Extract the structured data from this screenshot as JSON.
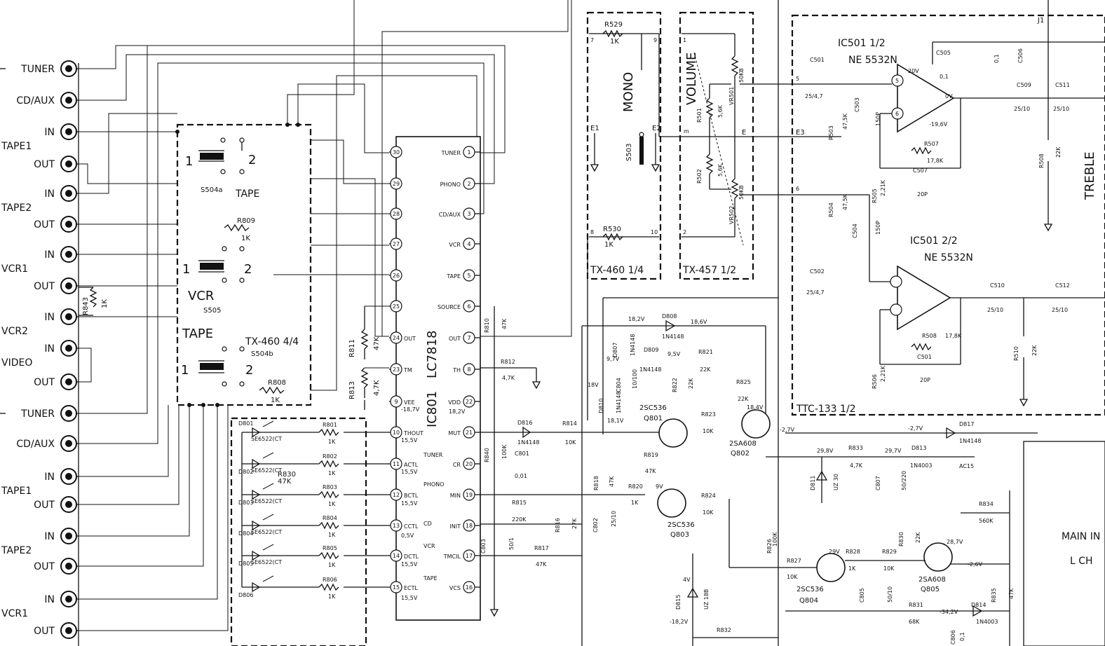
{
  "jacks": [
    {
      "id": "j1",
      "side": "",
      "name": "TUNER"
    },
    {
      "id": "j2",
      "side": "",
      "name": "CD/AUX"
    },
    {
      "id": "j3",
      "side": "TAPE1",
      "name": "IN"
    },
    {
      "id": "j4",
      "side": "",
      "name": "OUT"
    },
    {
      "id": "j5",
      "side": "TAPE2",
      "name": "IN"
    },
    {
      "id": "j6",
      "side": "",
      "name": "OUT"
    },
    {
      "id": "j7",
      "side": "VCR1",
      "name": "IN"
    },
    {
      "id": "j8",
      "side": "",
      "name": "OUT"
    },
    {
      "id": "j9",
      "side": "VCR2",
      "name": "IN"
    },
    {
      "id": "j10",
      "side": "VIDEO",
      "name": "IN"
    },
    {
      "id": "j11",
      "side": "",
      "name": "OUT"
    },
    {
      "id": "j12",
      "side": "",
      "name": "TUNER"
    },
    {
      "id": "j13",
      "side": "",
      "name": "CD/AUX"
    },
    {
      "id": "j14",
      "side": "TAPE1",
      "name": "IN"
    },
    {
      "id": "j15",
      "side": "",
      "name": "OUT"
    },
    {
      "id": "j16",
      "side": "TAPE2",
      "name": "IN"
    },
    {
      "id": "j17",
      "side": "",
      "name": "OUT"
    },
    {
      "id": "j18",
      "side": "VCR1",
      "name": "IN"
    },
    {
      "id": "j19",
      "side": "",
      "name": "OUT"
    }
  ],
  "switch_block": {
    "box_label": "TX-460 4/4",
    "s1_label": "TAPE",
    "s1_ref": "S504a",
    "s2_label": "VCR",
    "s2_ref": "S505",
    "s3_label": "TAPE",
    "s3_ref": "S504b",
    "pos1": "1",
    "pos2": "2",
    "r809": "R809",
    "r809v": "1K",
    "r808": "R808",
    "r808v": "1K",
    "r843": "R843",
    "r843v": "1K"
  },
  "ic801": {
    "name": "LC7818",
    "ref": "IC801",
    "left_pins": [
      "30",
      "29",
      "28",
      "27",
      "26",
      "25",
      "24",
      "23",
      "9",
      "10",
      "11",
      "12",
      "13",
      "14",
      "15"
    ],
    "left_labels": [
      "",
      "",
      "",
      "",
      "",
      "",
      "OUT",
      "TM",
      "VEE",
      "THOUT",
      "ACTL",
      "BCTL",
      "CCTL",
      "DCTL",
      "ECTL"
    ],
    "right_pins": [
      "1",
      "2",
      "3",
      "4",
      "5",
      "6",
      "7",
      "8",
      "22",
      "21",
      "20",
      "19",
      "18",
      "17",
      "16"
    ],
    "right_labels": [
      "TUNER",
      "PHONO",
      "CD/AUX",
      "VCR",
      "TAPE",
      "SOURCE",
      "OUT",
      "TH",
      "VDD",
      "MUT",
      "CR",
      "MIN",
      "INIT",
      "TMCIL",
      "VCS"
    ],
    "mid_labels": [
      "TUNER",
      "PHONO",
      "CD",
      "VCR",
      "TAPE"
    ],
    "volts_left": [
      "-18,7V",
      "15,5V",
      "15,5V",
      "15,5V",
      "0,5V",
      "15,5V",
      "15,5V"
    ],
    "volt_vdd": "18,2V"
  },
  "leds": [
    {
      "d": "D801",
      "t": "SE6522(CT",
      "r": "R801",
      "v": "1K"
    },
    {
      "d": "D802",
      "t": "SE6522(CT",
      "r": "R802",
      "v": "1K"
    },
    {
      "d": "D803",
      "t": "SE6522(CT",
      "r": "R803",
      "v": "1K"
    },
    {
      "d": "D804",
      "t": "SE6522(CT",
      "r": "R804",
      "v": "1K"
    },
    {
      "d": "D805",
      "t": "SE6522(CT",
      "r": "R805",
      "v": "1K"
    },
    {
      "d": "D806",
      "t": "",
      "r": "R806",
      "v": "1K"
    }
  ],
  "r830": {
    "ref": "R830",
    "v": "47K"
  },
  "tx460_14": {
    "label": "TX-460 1/4",
    "mono": "MONO",
    "s503": "S503",
    "r529": "R529",
    "r529v": "1K",
    "r530": "R530",
    "r530v": "1K",
    "e1": "E1",
    "e2": "E2",
    "p7": "7",
    "p9": "9",
    "p8": "8",
    "p10": "10"
  },
  "tx457": {
    "label": "TX-457 1/2",
    "volume": "VOLUME",
    "r501": "R501",
    "r501v": "5,6K",
    "r502": "R502",
    "r502v": "5,6K",
    "vr501": "VR501",
    "vr501v": "50KB",
    "vr502": "VR502",
    "vr502v": "50KB",
    "p1": "1",
    "p2": "2",
    "e": "E",
    "m": "m"
  },
  "ttc133": {
    "label": "TTC-133 1/2",
    "ic501a": "IC501 1/2",
    "ic501a_t": "NE 5532N",
    "ic501b": "IC501 2/2",
    "ic501b_t": "NE 5532N",
    "c501": "C501",
    "c501v": "25/4,7",
    "c502": "C502",
    "c502v": "25/4,7",
    "c503": "C503",
    "c503v": "150P",
    "c504": "C504",
    "c504v": "150P",
    "c505": "C505",
    "c505v": "0,1",
    "c506": "C506",
    "c506v": "0,1",
    "c507": "C507",
    "c507v": "20P",
    "c509": "C509",
    "c509v": "25/10",
    "c510": "C510",
    "c510v": "25/10",
    "c511": "C511",
    "c511v": "25/10",
    "c512": "C512",
    "c512v": "25/10",
    "c501b": "C501",
    "c501bv": "20P",
    "r503": "R503",
    "r503v": "47,5K",
    "r504": "R504",
    "r504v": "47,5K",
    "r505": "R505",
    "r505v": "2,21K",
    "r506": "R506",
    "r506v": "2,21K",
    "r507": "R507",
    "r507v": "17,8K",
    "r508": "R508",
    "r508v": "17,8K",
    "r509": "R508",
    "r509v": "22K",
    "r510": "R510",
    "r510v": "22K",
    "treble": "TREBLE",
    "e3": "E3",
    "p5": "5",
    "p6": "6",
    "j1": "J1",
    "v0": "0V",
    "v20": "20V",
    "vm19": "-19,6V"
  },
  "mute": {
    "d808": "D808",
    "d808t": "1N4148",
    "d807": "D807",
    "d807t": "1N4148",
    "d809": "D809",
    "d809t": "1N4148",
    "d810": "D810",
    "d810t": "1N4148",
    "d815": "D815",
    "d815t": "UZ 18B",
    "d816": "D816",
    "d816t": "1N4148",
    "d817": "D817",
    "d817t": "1N4148",
    "d811": "D811",
    "d811t": "UZ 30",
    "d813": "D813",
    "d813t": "1N4003",
    "d814": "D814",
    "d814t": "1N4003",
    "r810": "R810",
    "r810v": "47K",
    "r811": "R811",
    "r811v": "47K",
    "r812": "R812",
    "r812v": "4,7K",
    "r813": "R813",
    "r813v": "4,7K",
    "r814": "R814",
    "r814v": "10K",
    "r815": "R815",
    "r815v": "220K",
    "r816": "R816",
    "r816v": "27K",
    "r817": "R817",
    "r817v": "47K",
    "r818": "R818",
    "r818v": "47K",
    "r819": "R819",
    "r819v": "47K",
    "r820": "R820",
    "r820v": "1K",
    "r821": "R821",
    "r821v": "22K",
    "r822": "R822",
    "r822v": "22K",
    "r823": "R823",
    "r823v": "10K",
    "r824": "R824",
    "r824v": "10K",
    "r825": "R825",
    "r825v": "22K",
    "r826": "R826",
    "r826v": "100K",
    "r827": "R827",
    "r827v": "10K",
    "r828": "R828",
    "r828v": "1K",
    "r829": "R829",
    "r829v": "10K",
    "r830b": "R830",
    "r830bv": "22K",
    "r831": "R831",
    "r831v": "68K",
    "r832": "R832",
    "r833": "R833",
    "r833v": "4,7K",
    "r834": "R834",
    "r834v": "560K",
    "r835": "R835",
    "r835v": "47K",
    "r840": "R840",
    "r840v": "100K",
    "c801": "C801",
    "c801v": "0,01",
    "c802": "C802",
    "c802v": "25/10",
    "c803": "C803",
    "c803v": "50/1",
    "c804": "C804",
    "c804v": "10/100",
    "c805": "C805",
    "c805v": "50/10",
    "c806": "C806",
    "c806v": "0,1",
    "c807": "C807",
    "c807v": "50/220",
    "q801": "Q801",
    "q801t": "2SC536",
    "q802": "Q802",
    "q802t": "2SA608",
    "q803": "Q803",
    "q803t": "2SC536",
    "q804": "Q804",
    "q804t": "2SC536",
    "q805": "Q805",
    "q805t": "2SA608",
    "ac15": "AC15",
    "main1": "MAIN IN",
    "main2": "L CH",
    "v182": "18,2V",
    "v186": "18,6V",
    "v97": "9,7V",
    "v95": "9,5V",
    "v18": "18V",
    "v181": "18,1V",
    "v184": "18,4V",
    "v27": "-2,7V",
    "v27b": "-2,7V",
    "v26": "-2,6V",
    "v298": "29,8V",
    "v297": "29,7V",
    "v29v": "29V",
    "v287": "28,7V",
    "v342": "-34,2V",
    "v182b": "-18,2V",
    "v4": "4V",
    "v9": "9V"
  }
}
